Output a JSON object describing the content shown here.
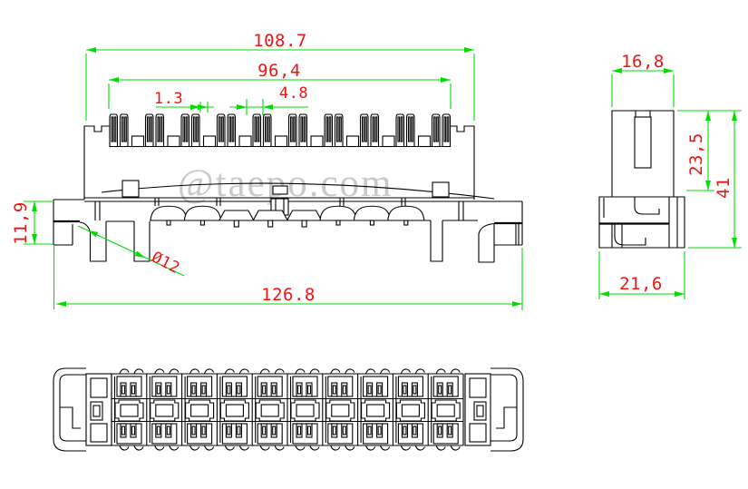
{
  "drawing": {
    "watermark": "@taepo.com",
    "colors": {
      "outline": "#000000",
      "dimension_lines": "#00dd00",
      "dimension_text": "#ee1414",
      "watermark_text": "#c9c9c9",
      "background": "#ffffff"
    },
    "front_view": {
      "contact_pairs": 10,
      "dimensions": {
        "overall_top": "108.7",
        "contact_span": "96,4",
        "slot_width": "1.3",
        "slot_pitch": "4.8",
        "side_height": "11,9",
        "notch_diameter": "Ø12",
        "overall_bottom": "126.8"
      }
    },
    "side_view": {
      "dimensions": {
        "top_width": "16,8",
        "upper_height": "23,5",
        "total_height": "41",
        "base_width": "21,6"
      }
    },
    "bottom_view": {
      "openings": 10
    }
  }
}
